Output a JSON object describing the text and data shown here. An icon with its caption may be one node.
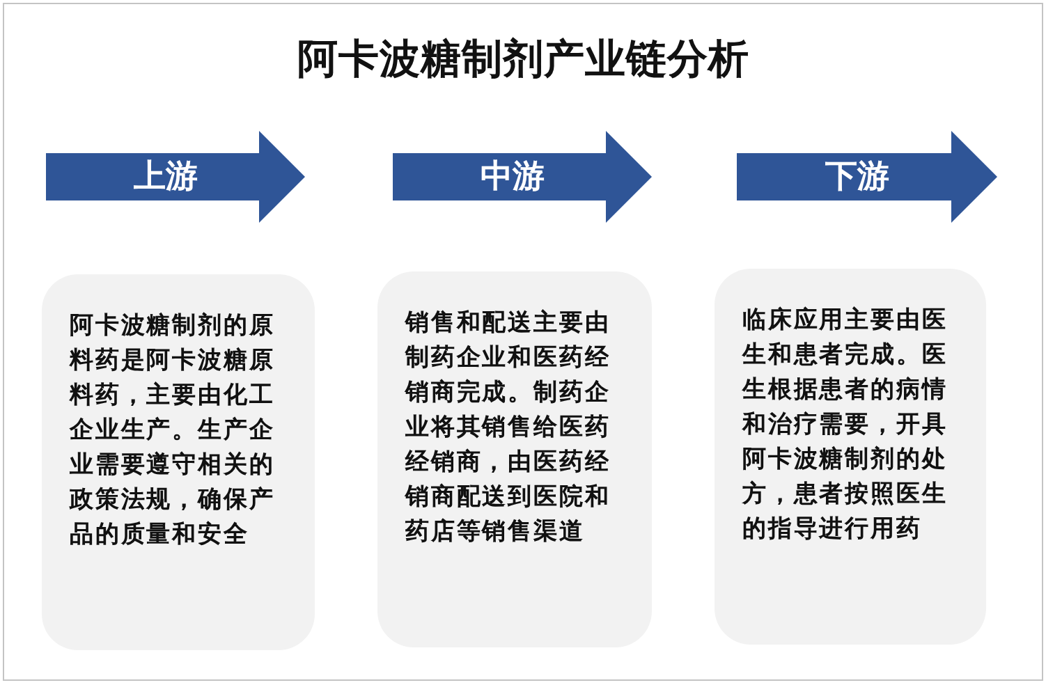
{
  "diagram": {
    "title": "阿卡波糖制剂产业链分析",
    "nodes": [
      {
        "text": [
          "上游"
        ]
      },
      {
        "text": [
          "中游"
        ]
      },
      {
        "text": [
          "下游"
        ]
      },
      {
        "text": [
          "阿卡波糖制剂的原料药是阿卡波糖原料药，主要由化工企业生产。生产企业需要遵守相关的政策法规，确保产品的质量和安全"
        ]
      },
      {
        "text": [
          "销售和配送主要由制药企业和医药经销商完成。制药企业将其销售给医药经销商，由医药经销商配送到医院和药店等销售渠道"
        ]
      },
      {
        "text": [
          "临床应用主要由医生和患者完成。医生根据患者的病情和治疗需要，开具阿卡波糖制剂的处方，患者按照医生的指导进行用药"
        ]
      }
    ]
  }
}
